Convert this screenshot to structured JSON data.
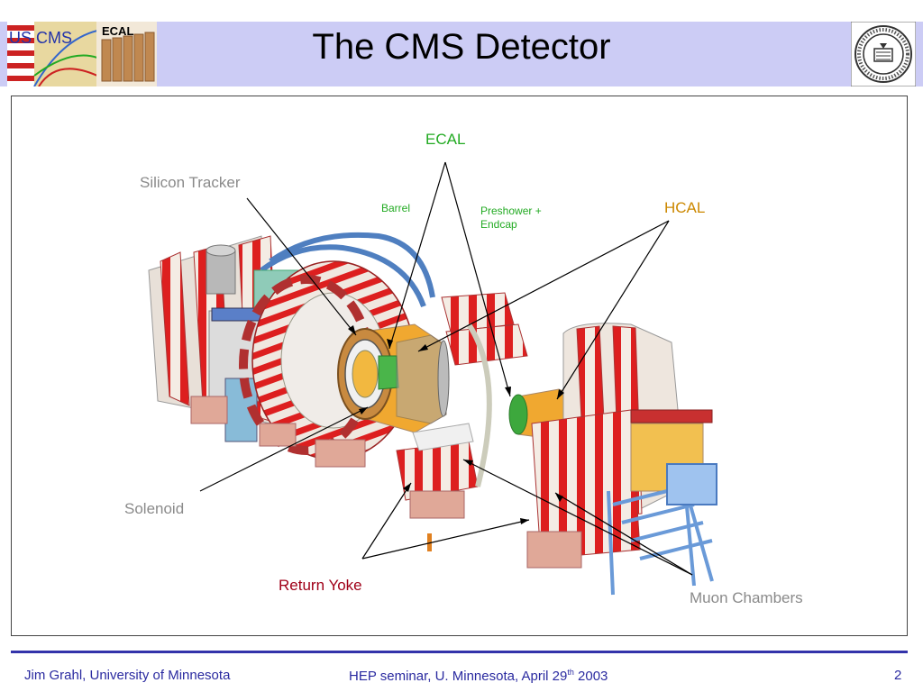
{
  "slide": {
    "title": "The CMS Detector",
    "logos": {
      "us_cms_text": "US CMS",
      "ecal_text": "ECAL",
      "seal_name": "university-seal"
    }
  },
  "labels": {
    "ecal": "ECAL",
    "silicon_tracker": "Silicon Tracker",
    "barrel": "Barrel",
    "preshower_line1": "Preshower +",
    "preshower_line2": "Endcap",
    "hcal": "HCAL",
    "solenoid": "Solenoid",
    "return_yoke": "Return Yoke",
    "muon_chambers": "Muon Chambers"
  },
  "colors": {
    "header_bg": "#ccccf5",
    "footer_text": "#2a2aa0",
    "ecal_label": "#22aa22",
    "hcal_label": "#cc8800",
    "grey_label": "#8a8a8a",
    "return_yoke_label": "#a00018"
  },
  "footer": {
    "left": "Jim Grahl, University of Minnesota",
    "center_before": "HEP seminar, U. Minnesota, April 29",
    "center_sup": "th",
    "center_after": " 2003",
    "page": "2"
  }
}
